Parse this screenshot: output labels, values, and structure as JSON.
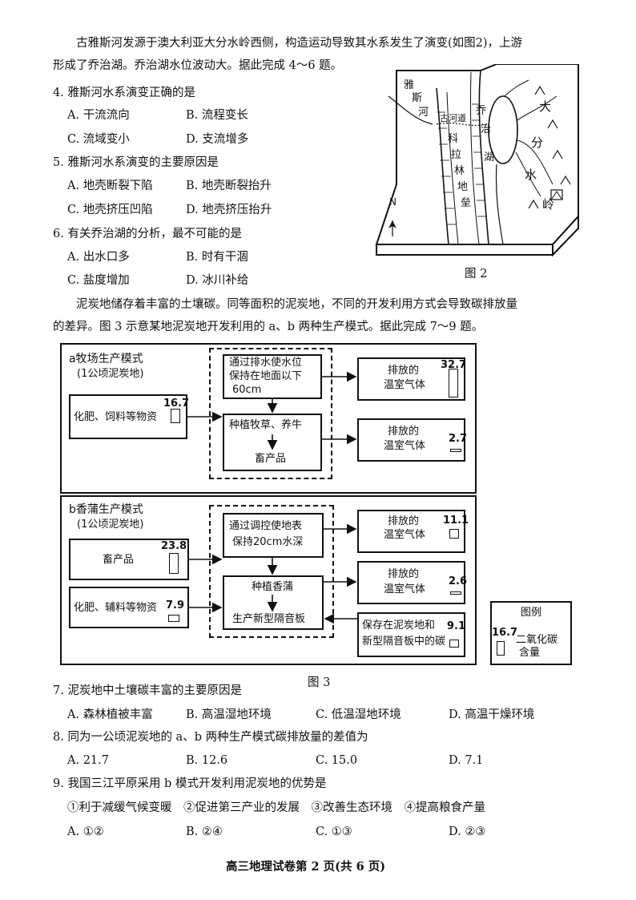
{
  "intro1": {
    "line1": "古雅斯河发源于澳大利亚大分水岭西侧，构造运动导致其水系发生了演变(如图2)，上游",
    "line2": "形成了乔治湖。乔治湖水位波动大。据此完成 4～6 题。"
  },
  "q4": {
    "stem": "4. 雅斯河水系演变正确的是",
    "A": "A. 干流流向",
    "B": "B. 流程变长",
    "C": "C. 流域变小",
    "D": "D. 支流增多"
  },
  "q5": {
    "stem": "5. 雅斯河水系演变的主要原因是",
    "A": "A. 地壳断裂下陷",
    "B": "B. 地壳断裂抬升",
    "C": "C. 地壳挤压凹陷",
    "D": "D. 地壳挤压抬升"
  },
  "q6": {
    "stem": "6. 有关乔治湖的分析，最不可能的是",
    "A": "A. 出水口多",
    "B": "B. 时有干涸",
    "C": "C. 盐度增加",
    "D": "D. 冰川补给"
  },
  "fig2": {
    "caption": "图 2",
    "labels": {
      "ya": "雅",
      "si": "斯",
      "he": "河",
      "gudao": "古河道",
      "qiao": "乔",
      "zhi": "治",
      "hu": "湖",
      "ke": "科",
      "la": "拉",
      "lin": "林",
      "di": "地",
      "lei": "垒",
      "da": "大",
      "fen": "分",
      "shui": "水",
      "ling": "岭",
      "north": "N"
    }
  },
  "intro2": {
    "line1": "泥炭地储存着丰富的土壤碳。同等面积的泥炭地，不同的开发利用方式会导致碳排放量",
    "line2": "的差异。图 3 示意某地泥炭地开发利用的 a、b 两种生产模式。据此完成 7～9 题。"
  },
  "fig3": {
    "caption": "图 3",
    "a": {
      "title": "a牧场生产模式",
      "sub": "(1公顷泥炭地)",
      "input_label": "化肥、饲料等物资",
      "input_value": "16.7",
      "step1a": "通过排水使水位",
      "step1b": "保持在地面以下",
      "step1c": "60cm",
      "step2": "种植牧草、养牛",
      "product": "畜产品",
      "out1a": "排放的",
      "out1b": "温室气体",
      "out1_value": "32.7",
      "out2a": "排放的",
      "out2b": "温室气体",
      "out2_value": "2.7"
    },
    "b": {
      "title": "b香蒲生产模式",
      "sub": "(1公顷泥炭地)",
      "in1_label": "畜产品",
      "in1_value": "23.8",
      "in2_label": "化肥、辅料等物资",
      "in2_value": "7.9",
      "step1a": "通过调控使地表",
      "step1b": "保持20cm水深",
      "step2": "种植香蒲",
      "product": "生产新型隔音板",
      "out1a": "排放的",
      "out1b": "温室气体",
      "out1_value": "11.1",
      "out2a": "排放的",
      "out2b": "温室气体",
      "out2_value": "2.6",
      "store_a": "保存在泥炭地和",
      "store_b": "新型隔音板中的碳",
      "store_value": "9.1"
    },
    "legend": {
      "title": "图例",
      "value": "16.7",
      "label_a": "二氧化碳",
      "label_b": "含量"
    }
  },
  "q7": {
    "stem": "7. 泥炭地中土壤碳丰富的主要原因是",
    "A": "A. 森林植被丰富",
    "B": "B. 高温湿地环境",
    "C": "C. 低温湿地环境",
    "D": "D. 高温干燥环境"
  },
  "q8": {
    "stem": "8. 同为一公顷泥炭地的 a、b 两种生产模式碳排放量的差值为",
    "A": "A. 21.7",
    "B": "B. 12.6",
    "C": "C. 15.0",
    "D": "D. 7.1"
  },
  "q9": {
    "stem": "9. 我国三江平原采用 b 模式开发利用泥炭地的优势是",
    "items": "①利于减缓气候变暖　②促进第三产业的发展　③改善生态环境　④提高粮食产量",
    "A": "A. ①②",
    "B": "B. ②④",
    "C": "C. ①③",
    "D": "D. ②③"
  },
  "footer": "高三地理试卷第  2  页(共 6 页)",
  "bar_scale": {
    "max_value": 32.7
  }
}
